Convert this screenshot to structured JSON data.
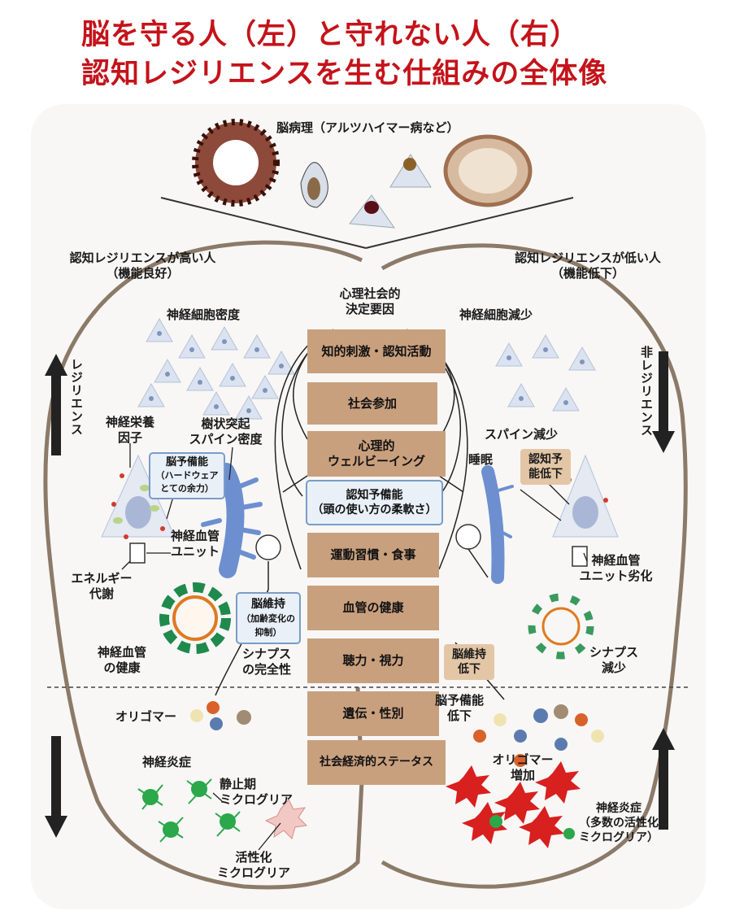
{
  "title": {
    "line1": "脳を守る人（左）と守れない人（右）",
    "line2": "認知レジリエンスを生む仕組みの全体像"
  },
  "pathology_label": "脳病理（アルツハイマー病など）",
  "left_header": {
    "line1": "認知レジリエンスが高い人",
    "line2": "（機能良好）"
  },
  "right_header": {
    "line1": "認知レジリエンスが低い人",
    "line2": "（機能低下）"
  },
  "center_header": {
    "line1": "心理社会的",
    "line2": "決定要因"
  },
  "center_boxes": [
    {
      "label": "知的刺激・認知活動"
    },
    {
      "label": "社会参加"
    },
    {
      "label_l1": "心理的",
      "label_l2": "ウェルビーイング"
    },
    {
      "label_l1": "認知予備能",
      "label_l2": "（頭の使い方の柔軟さ）"
    },
    {
      "label": "運動習慣・食事"
    },
    {
      "label": "血管の健康"
    },
    {
      "label": "聴力・視力"
    },
    {
      "label": "遺伝・性別"
    },
    {
      "label": "社会経済的ステータス"
    }
  ],
  "left": {
    "neuron_density": "神経細胞密度",
    "resilience_vertical": "レジリエンス",
    "neurotrophic": {
      "l1": "神経栄養",
      "l2": "因子"
    },
    "dendrite": {
      "l1": "樹状突起",
      "l2": "スパイン密度"
    },
    "brain_reserve": {
      "l1": "脳予備能",
      "l2": "（ハードウェア",
      "l3": "とての余力）"
    },
    "nv_unit": {
      "l1": "神経血管",
      "l2": "ユニット"
    },
    "energy": {
      "l1": "エネルギー",
      "l2": "代謝"
    },
    "brain_maintenance": {
      "l1": "脳維持",
      "l2": "（加齢変化の",
      "l3": "抑制）"
    },
    "vascular_health": {
      "l1": "神経血管",
      "l2": "の健康"
    },
    "synapse": {
      "l1": "シナプス",
      "l2": "の完全性"
    },
    "oligomer": "オリゴマー",
    "inflammation": "神経炎症",
    "resting_microglia": {
      "l1": "静止期",
      "l2": "ミクログリア"
    },
    "activated_microglia": {
      "l1": "活性化",
      "l2": "ミクログリア"
    }
  },
  "right": {
    "neuron_loss": "神経細胞減少",
    "nonresilience_vertical": "非レジリエンス",
    "spine_loss": "スパイン減少",
    "sleep": "睡眠",
    "cog_reserve_decline": {
      "l1": "認知予",
      "l2": "能低下"
    },
    "nv_unit_decline": {
      "l1": "神経血管",
      "l2": "ユニット劣化"
    },
    "synapse_loss": {
      "l1": "シナプス",
      "l2": "減少"
    },
    "maintenance_decline": {
      "l1": "脳維持",
      "l2": "低下"
    },
    "brain_reserve_decline": {
      "l1": "脳予備能",
      "l2": "低下"
    },
    "oligomer_increase": {
      "l1": "オリゴマー",
      "l2": "増加"
    },
    "inflammation": {
      "l1": "神経炎症",
      "l2": "（多数の活性化",
      "l3": "ミクログリア）"
    }
  },
  "colors": {
    "title": "#c4131a",
    "box": "#c9a07e",
    "blue_box_border": "#7a9cc7",
    "outline": "#8c7a68"
  }
}
